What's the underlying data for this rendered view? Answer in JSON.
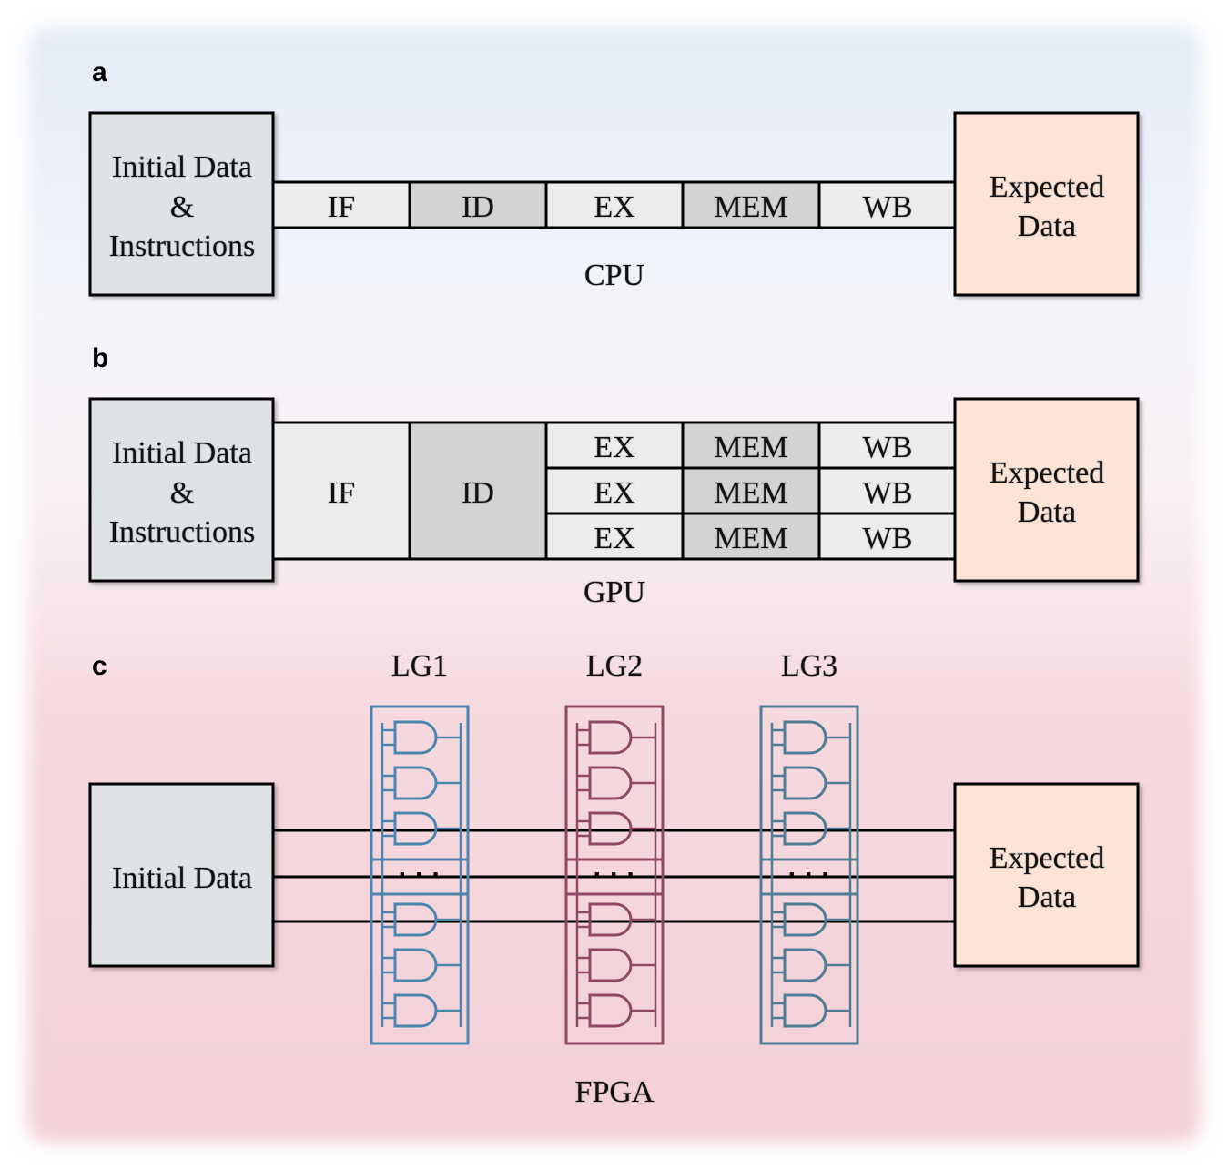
{
  "panels": {
    "a": {
      "letter": "a",
      "input_lines": [
        "Initial Data",
        "&",
        "Instructions"
      ],
      "stages": [
        "IF",
        "ID",
        "EX",
        "MEM",
        "WB"
      ],
      "output_lines": [
        "Expected",
        "Data"
      ],
      "caption": "CPU"
    },
    "b": {
      "letter": "b",
      "input_lines": [
        "Initial Data",
        "&",
        "Instructions"
      ],
      "shared_stages": [
        "IF",
        "ID"
      ],
      "parallel_rows": [
        [
          "EX",
          "MEM",
          "WB"
        ],
        [
          "EX",
          "MEM",
          "WB"
        ],
        [
          "EX",
          "MEM",
          "WB"
        ]
      ],
      "output_lines": [
        "Expected",
        "Data"
      ],
      "caption": "GPU"
    },
    "c": {
      "letter": "c",
      "input_label": "Initial Data",
      "logic_groups": [
        {
          "label": "LG1",
          "color": "#4a86b0"
        },
        {
          "label": "LG2",
          "color": "#8e4a64"
        },
        {
          "label": "LG3",
          "color": "#4f7d92"
        }
      ],
      "ellipsis": "· · ·",
      "output_lines": [
        "Expected",
        "Data"
      ],
      "caption": "FPGA"
    }
  },
  "colors": {
    "input_fill": "#dfe3e6",
    "output_fill": "#fbe3d6",
    "stage_light": "#ececec",
    "stage_dark": "#d3d3d3"
  }
}
